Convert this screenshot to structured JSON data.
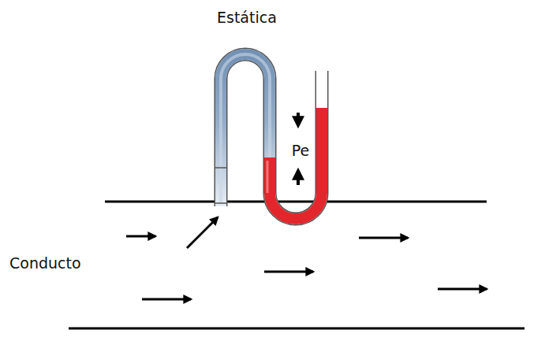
{
  "diagram": {
    "labels": [
      "Estática",
      "Pe",
      "Conducto"
    ]
  }
}
